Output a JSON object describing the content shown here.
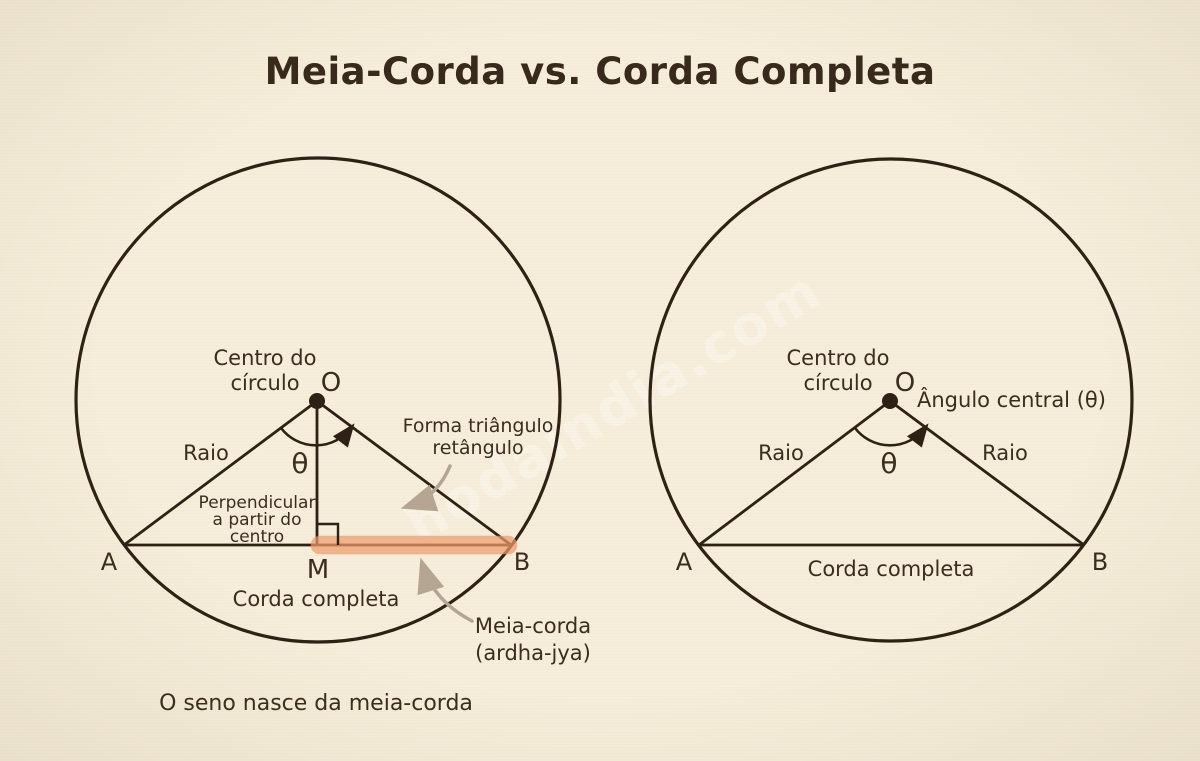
{
  "title": "Meia-Corda vs. Corda Completa",
  "watermark": "hodaindia.com",
  "left_diagram": {
    "center_label_line1": "Centro do",
    "center_label_line2": "círculo",
    "center_point": "O",
    "radius_label": "Raio",
    "theta": "θ",
    "right_triangle_note_line1": "Forma triângulo",
    "right_triangle_note_line2": "retângulo",
    "perpendicular_note_line1": "Perpendicular",
    "perpendicular_note_line2": "a partir do",
    "perpendicular_note_line3": "centro",
    "point_a": "A",
    "point_m": "M",
    "point_b": "B",
    "full_chord_label": "Corda completa",
    "half_chord_label_line1": "Meia-corda",
    "half_chord_label_line2": "(ardha-jya)",
    "caption": "O seno nasce da meia-corda"
  },
  "right_diagram": {
    "center_label_line1": "Centro do",
    "center_label_line2": "círculo",
    "center_point": "O",
    "central_angle_label": "Ângulo central (θ)",
    "radius_label_left": "Raio",
    "radius_label_right": "Raio",
    "theta": "θ",
    "point_a": "A",
    "point_b": "B",
    "full_chord_label": "Corda completa"
  },
  "colors": {
    "background": "#f6eeda",
    "line": "#2e2014",
    "text": "#3b2c1e",
    "half_chord_highlight": "#ef9d6e",
    "guide_arrow": "#b5a593"
  }
}
